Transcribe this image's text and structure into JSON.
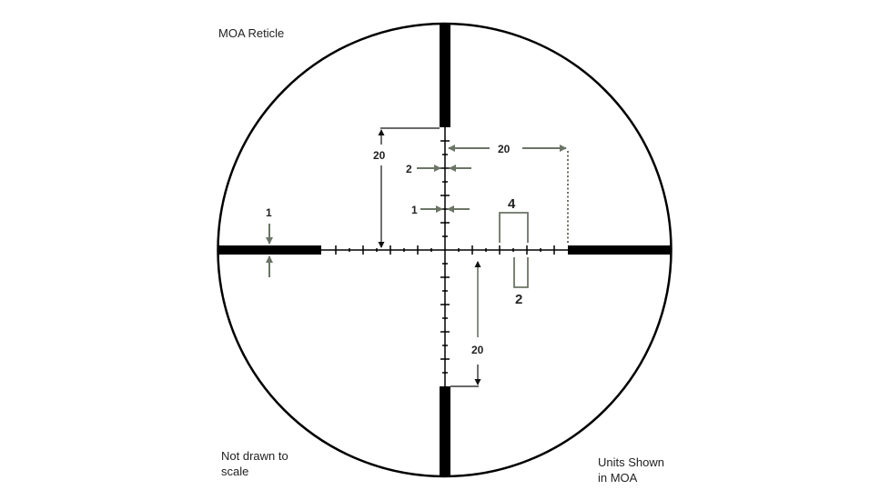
{
  "title": "MOA Reticle",
  "notes": {
    "scale_note_line1": "Not drawn to",
    "scale_note_line2": "scale",
    "units_note_line1": "Units Shown",
    "units_note_line2": "in MOA"
  },
  "dimensions": {
    "post_thickness": "1",
    "vertical_post_gap": "20",
    "horizontal_post_gap": "20",
    "lower_post_gap": "20",
    "major_tick_spacing": "2",
    "minor_tick_spacing": "1",
    "tree_width": "4",
    "tree_depth": "2"
  },
  "colors": {
    "reticle": "#000000",
    "dimension_arrow": "#6b7566",
    "text": "#222222"
  }
}
